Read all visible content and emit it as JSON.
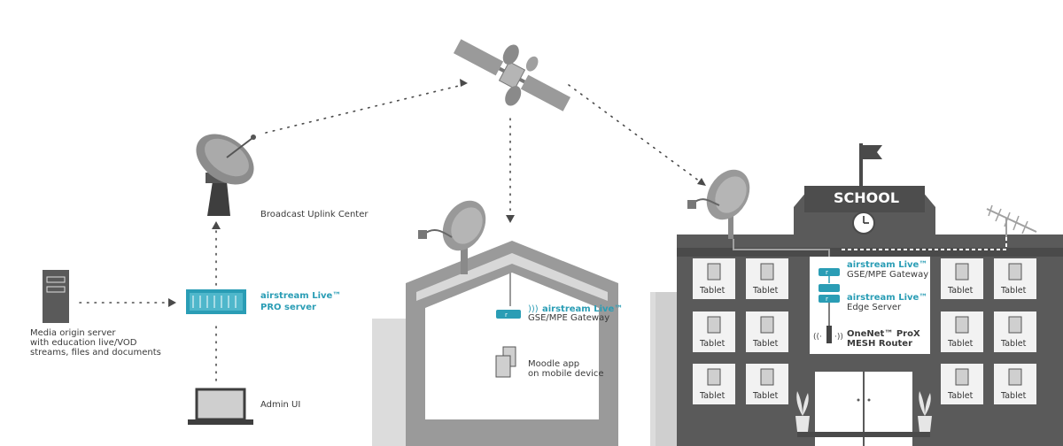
{
  "labels": {
    "broadcast_uplink": "Broadcast Uplink Center",
    "pro_server_brand": "airstream Live™",
    "pro_server_name": "PRO server",
    "media_origin_line1": "Media origin server",
    "media_origin_line2": "with education live/VOD",
    "media_origin_line3": "streams, files and documents",
    "admin_ui": "Admin UI",
    "home_gateway_brand": "airstream Live™",
    "home_gateway_name": "GSE/MPE Gateway",
    "moodle_line1": "Moodle app",
    "moodle_line2": "on mobile device",
    "school_title": "SCHOOL",
    "school_gateway_brand": "airstream Live™",
    "school_gateway_name": "GSE/MPE Gateway",
    "edge_brand": "airstream Live™",
    "edge_name": "Edge Server",
    "router_line1": "OneNet™ ProX",
    "router_line2": "MESH Router",
    "tablet": "Tablet"
  },
  "colors": {
    "building": "#5a5a5a",
    "building_light": "#9a9a9a",
    "ground": "#dcdcdc",
    "accent": "#2a9db5",
    "window": "#f2f2f2"
  },
  "icons": [
    "satellite-icon",
    "dish-icon",
    "server-tower-icon",
    "rack-server-icon",
    "laptop-icon",
    "clock-icon",
    "flag-icon",
    "antenna-icon",
    "plant-icon",
    "wifi-icon"
  ]
}
